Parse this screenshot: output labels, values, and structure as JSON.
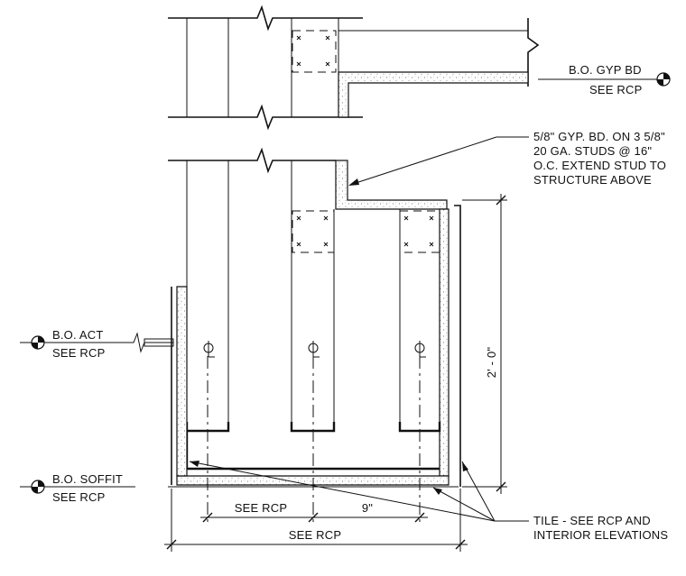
{
  "labels": {
    "bo_gyp_bd": "B.O. GYP BD",
    "bo_gyp_bd_ref": "SEE RCP",
    "bo_act": "B.O. ACT",
    "bo_act_ref": "SEE RCP",
    "bo_soffit": "B.O. SOFFIT",
    "bo_soffit_ref": "SEE RCP"
  },
  "notes": {
    "stud_note": [
      "5/8\" GYP. BD. ON 3 5/8\"",
      "20 GA. STUDS @ 16\"",
      "O.C. EXTEND STUD TO",
      "STRUCTURE ABOVE"
    ],
    "tile_note": [
      "TILE - SEE RCP AND",
      "INTERIOR ELEVATIONS"
    ]
  },
  "dimensions": {
    "height": "2' - 0\"",
    "bottom_left": "SEE RCP",
    "bottom_right": "9\"",
    "overall": "SEE RCP"
  },
  "centerline_symbol": "CL",
  "colors": {
    "line": "#111111",
    "background": "#ffffff"
  }
}
